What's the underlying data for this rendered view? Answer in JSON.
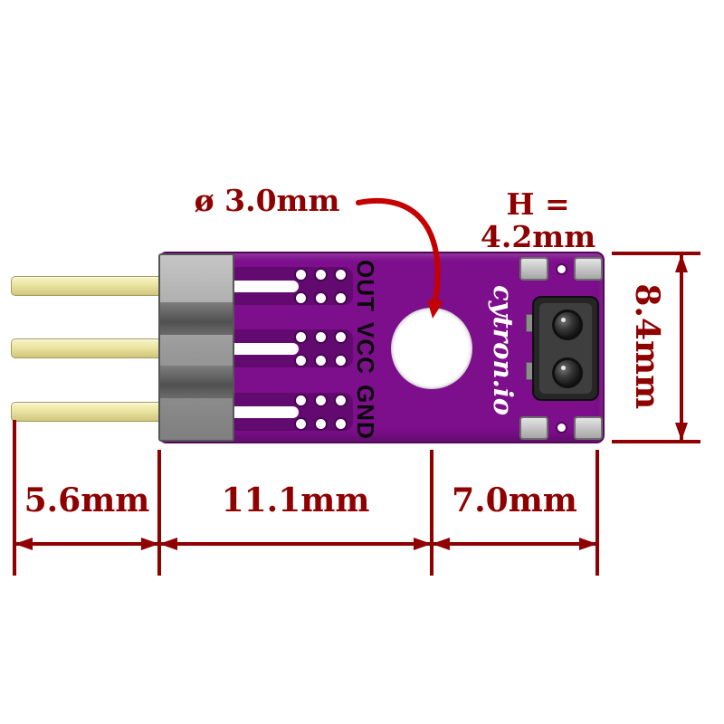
{
  "colors": {
    "dim": "#8f0000",
    "leader": "#c40000",
    "board": "#7d0e8c",
    "hole": "#ffffff"
  },
  "callouts": {
    "hole_diameter": "ø 3.0mm",
    "component_height": "H = 4.2mm"
  },
  "dimensions": {
    "pin_length": "5.6mm",
    "pins_to_hole_center": "11.1mm",
    "hole_center_to_edge": "7.0mm",
    "board_width": "8.4mm"
  },
  "board": {
    "brand": "cytron.io",
    "pin_labels": [
      "OUT",
      "VCC",
      "GND"
    ]
  }
}
